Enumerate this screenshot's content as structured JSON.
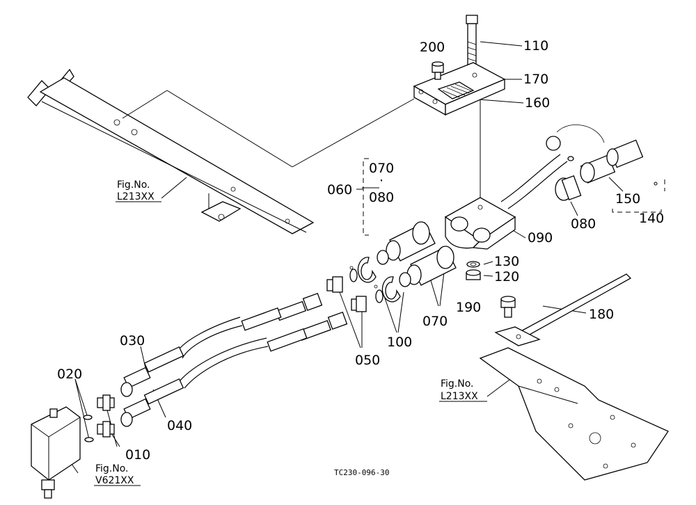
{
  "part_labels": {
    "p010": "010",
    "p020": "020",
    "p030": "030",
    "p040": "040",
    "p050": "050",
    "p060": "060",
    "p070a": "070",
    "p070b": "070",
    "p080a": "080",
    "p080b": "080",
    "p090": "090",
    "p100": "100",
    "p110": "110",
    "p120": "120",
    "p130": "130",
    "p140": "140",
    "p150": "150",
    "p160": "160",
    "p170": "170",
    "p180": "180",
    "p190": "190",
    "p200": "200"
  },
  "figure_refs": {
    "frame_ref": {
      "caption": "Fig.No.",
      "code": "L213XX"
    },
    "plate_ref": {
      "caption": "Fig.No.",
      "code": "L213XX"
    },
    "valve_ref": {
      "caption": "Fig.No.",
      "code": "V621XX"
    }
  },
  "drawing_code": "TC230-096-30"
}
